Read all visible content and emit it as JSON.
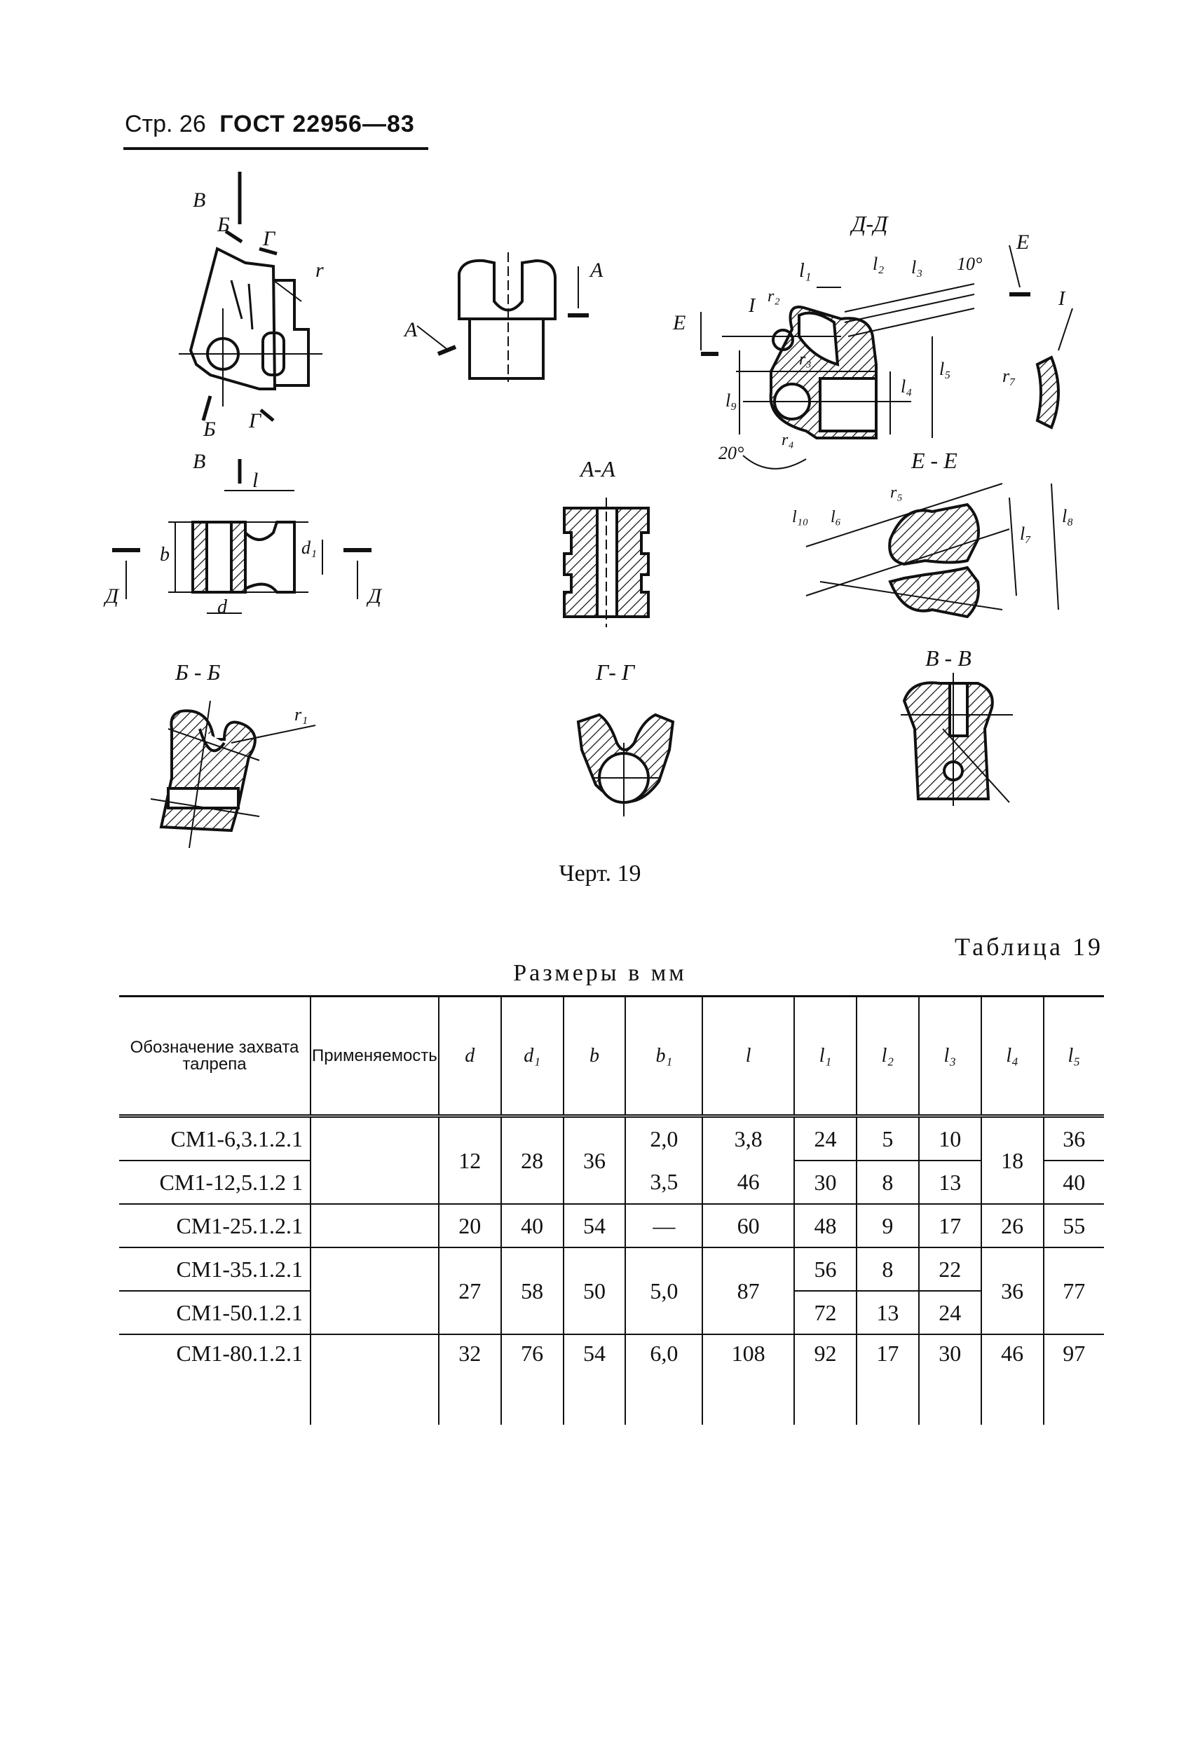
{
  "header": {
    "page": "Стр. 26",
    "standard": "ГОСТ 22956—83"
  },
  "figure": {
    "caption": "Черт. 19",
    "section_titles": [
      "Д-Д",
      "А-А",
      "Е - Е",
      "Б - Б",
      "Г- Г",
      "В - В"
    ],
    "view_labels": [
      "В",
      "Б",
      "Г",
      "r",
      "А",
      "Е",
      "Д",
      "I",
      "l",
      "d",
      "d₁",
      "b",
      "l₁",
      "l₂",
      "l₃",
      "10°",
      "20°",
      "r₁",
      "r₂",
      "r₃",
      "r₄",
      "r₅",
      "r₇",
      "l₄",
      "l₅",
      "l₆",
      "l₇",
      "l₈",
      "l₉",
      "l₁₀"
    ]
  },
  "table": {
    "title": "Таблица 19",
    "units": "Размеры в мм",
    "headers": [
      "Обозначение захвата талрепа",
      "Применяемость",
      "d",
      "d₁",
      "b",
      "b₁",
      "l",
      "l₁",
      "l₂",
      "l₃",
      "l₄",
      "l₅"
    ],
    "rows": [
      {
        "designation": "СМ1-6,3.1.2.1",
        "application": "",
        "d": "12",
        "d1": "28",
        "b": "36",
        "b1": "2,0",
        "l": "3,8",
        "l1": "24",
        "l2": "5",
        "l3": "10",
        "l4": "18",
        "l5": "36"
      },
      {
        "designation": "СМ1-12,5.1.2 1",
        "application": "",
        "d": "12",
        "d1": "28",
        "b": "36",
        "b1": "3,5",
        "l": "46",
        "l1": "30",
        "l2": "8",
        "l3": "13",
        "l4": "18",
        "l5": "40"
      },
      {
        "designation": "СМ1-25.1.2.1",
        "application": "",
        "d": "20",
        "d1": "40",
        "b": "54",
        "b1": "—",
        "l": "60",
        "l1": "48",
        "l2": "9",
        "l3": "17",
        "l4": "26",
        "l5": "55"
      },
      {
        "designation": "СМ1-35.1.2.1",
        "application": "",
        "d": "27",
        "d1": "58",
        "b": "50",
        "b1": "5,0",
        "l": "87",
        "l1": "56",
        "l2": "8",
        "l3": "22",
        "l4": "36",
        "l5": "77"
      },
      {
        "designation": "СМ1-50.1.2.1",
        "application": "",
        "d": "27",
        "d1": "58",
        "b": "50",
        "b1": "5,0",
        "l": "87",
        "l1": "72",
        "l2": "13",
        "l3": "24",
        "l4": "36",
        "l5": "77"
      },
      {
        "designation": "СМ1-80.1.2.1",
        "application": "",
        "d": "32",
        "d1": "76",
        "b": "54",
        "b1": "6,0",
        "l": "108",
        "l1": "92",
        "l2": "17",
        "l3": "30",
        "l4": "46",
        "l5": "97"
      }
    ]
  }
}
